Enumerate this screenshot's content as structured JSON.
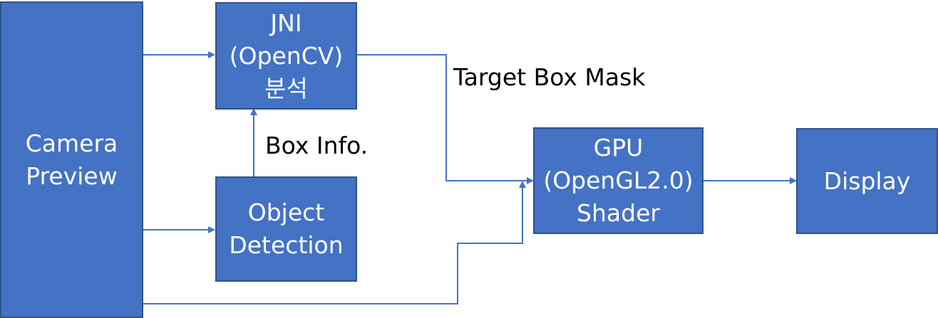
{
  "colors": {
    "box_fill": "#4472c4",
    "box_border": "#2f528f",
    "connector": "#4472c4",
    "box_text": "#ffffff",
    "label_text": "#000000"
  },
  "nodes": {
    "camera_preview": {
      "lines": [
        "Camera",
        "Preview"
      ]
    },
    "jni": {
      "lines": [
        "JNI",
        "(OpenCV)",
        "분석"
      ]
    },
    "object_detection": {
      "lines": [
        "Object",
        "Detection"
      ]
    },
    "gpu": {
      "lines": [
        "GPU",
        "(OpenGL2.0)",
        "Shader"
      ]
    },
    "display": {
      "lines": [
        "Display"
      ]
    }
  },
  "edge_labels": {
    "target_box_mask": "Target Box Mask",
    "box_info": "Box Info."
  }
}
